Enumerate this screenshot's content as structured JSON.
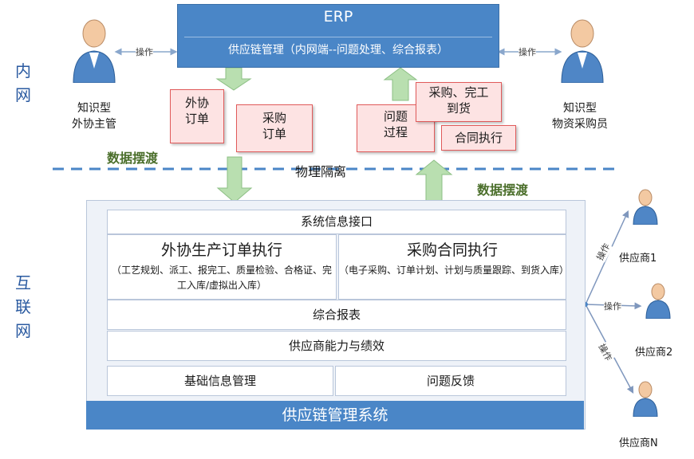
{
  "erp": {
    "title": "ERP",
    "subtitle": "供应链管理（内网端--问题处理、综合报表）"
  },
  "zones": {
    "intranet": [
      "内",
      "网"
    ],
    "internet": [
      "互",
      "联",
      "网"
    ]
  },
  "people": {
    "left": {
      "line1": "知识型",
      "line2": "外协主管"
    },
    "right": {
      "line1": "知识型",
      "line2": "物资采购员"
    }
  },
  "operation_label": "操作",
  "documents": {
    "outsource_order": [
      "外协",
      "订单"
    ],
    "purchase_order": [
      "采购",
      "订单"
    ],
    "problem_process": [
      "问题",
      "过程"
    ],
    "purchase_complete": [
      "采购、完工",
      "到货"
    ],
    "contract_execution": [
      "合同执行"
    ]
  },
  "data_transfer_label": "数据摆渡",
  "physical_isolation_label": "物理隔离",
  "scm": {
    "interface": "系统信息接口",
    "outsource": {
      "title": "外协生产订单执行",
      "note": "（工艺规划、派工、报完工、质量检验、合格证、完工入库/虚拟出入库）"
    },
    "purchase": {
      "title": "采购合同执行",
      "note": "（电子采购、订单计划、计划与质量跟踪、到货入库）"
    },
    "report": "综合报表",
    "supplier_perf": "供应商能力与绩效",
    "basic_info": "基础信息管理",
    "feedback": "问题反馈",
    "system_name": "供应链管理系统"
  },
  "suppliers": [
    "供应商1",
    "供应商2",
    "供应商N"
  ],
  "colors": {
    "blue_header": "#4a86c7",
    "doc_fill": "#fde3e3",
    "doc_border": "#e05a5a",
    "arrow_green": "#b9dfb0",
    "transfer_text": "#4a6e2a",
    "zone_text": "#2a5aa0"
  }
}
